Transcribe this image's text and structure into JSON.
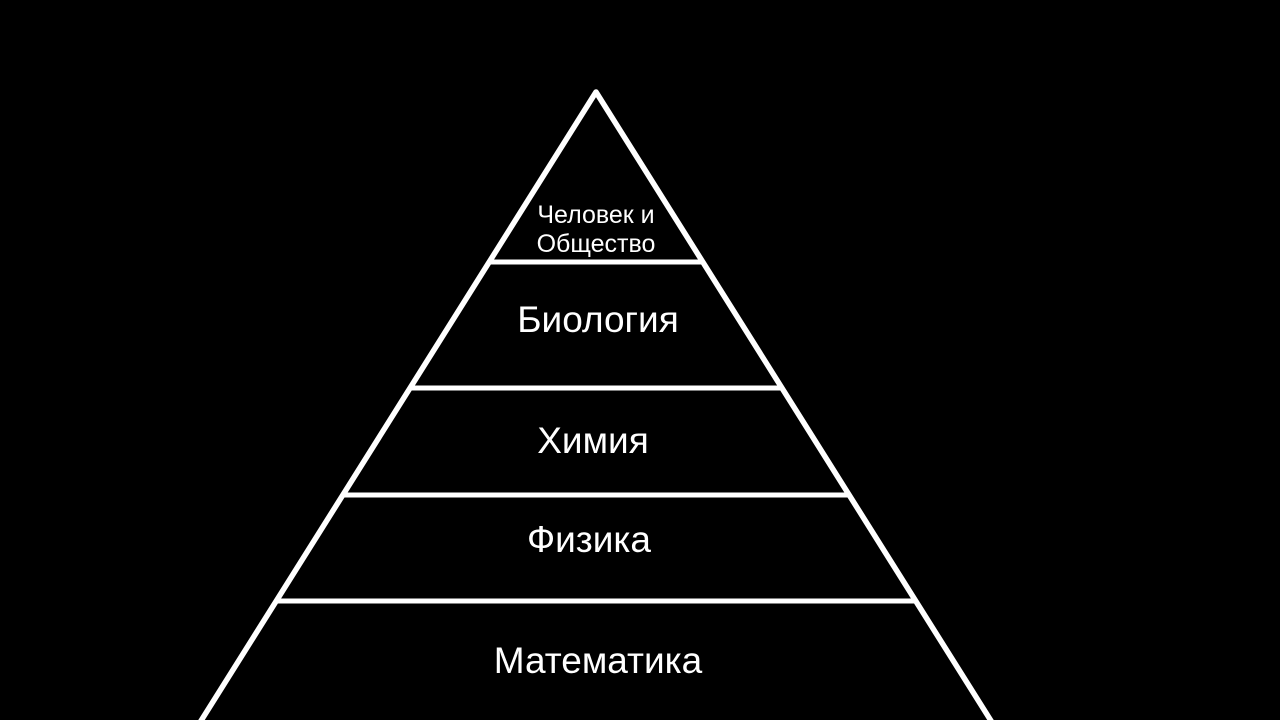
{
  "pyramid": {
    "diagram_type": "pyramid-hierarchy",
    "background_color": "#000000",
    "line_color": "#ffffff",
    "text_color": "#ffffff",
    "levels": [
      {
        "rank": 1,
        "position": "top",
        "label": "Человек и Общество",
        "lines": [
          "Человек и",
          "Общество"
        ]
      },
      {
        "rank": 2,
        "label": "Биология"
      },
      {
        "rank": 3,
        "label": "Химия"
      },
      {
        "rank": 4,
        "label": "Физика"
      },
      {
        "rank": 5,
        "position": "bottom",
        "label": "Математика"
      }
    ]
  }
}
